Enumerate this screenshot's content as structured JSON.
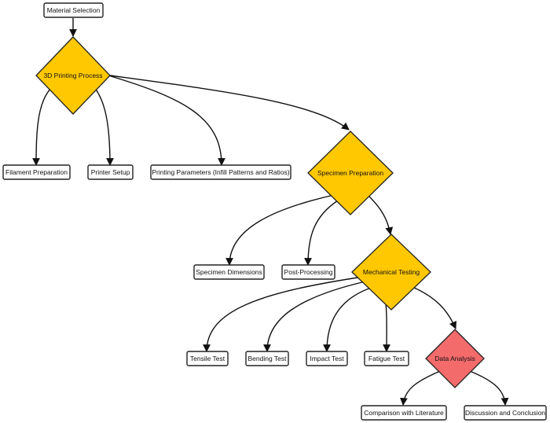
{
  "colors": {
    "decision_fill": "#ffc800",
    "highlight_fill": "#f36b6b",
    "box_fill": "#ffffff",
    "stroke": "#222222"
  },
  "nodes": {
    "material_selection": "Material Selection",
    "printing_process": "3D Printing Process",
    "filament_preparation": "Filament Preparation",
    "printer_setup": "Printer Setup",
    "printing_parameters": "Printing Parameters (Infill Patterns and Ratios)",
    "specimen_preparation": "Specimen Preparation",
    "specimen_dimensions": "Specimen Dimensions",
    "post_processing": "Post-Processing",
    "mechanical_testing": "Mechanical Testing",
    "tensile_test": "Tensile Test",
    "bending_test": "Bending Test",
    "impact_test": "Impact Test",
    "fatigue_test": "Fatigue Test",
    "data_analysis": "Data Analysis",
    "comparison_literature": "Comparison with Literature",
    "discussion_conclusion": "Discussion and Conclusion"
  }
}
